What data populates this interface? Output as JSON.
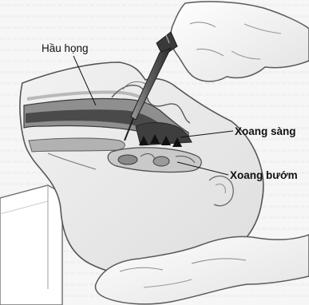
{
  "figure": {
    "labels": {
      "hau_hong": "Hầu họng",
      "xoang_sang": "Xoang sàng",
      "xoang_buom": "Xoang bướm"
    }
  }
}
